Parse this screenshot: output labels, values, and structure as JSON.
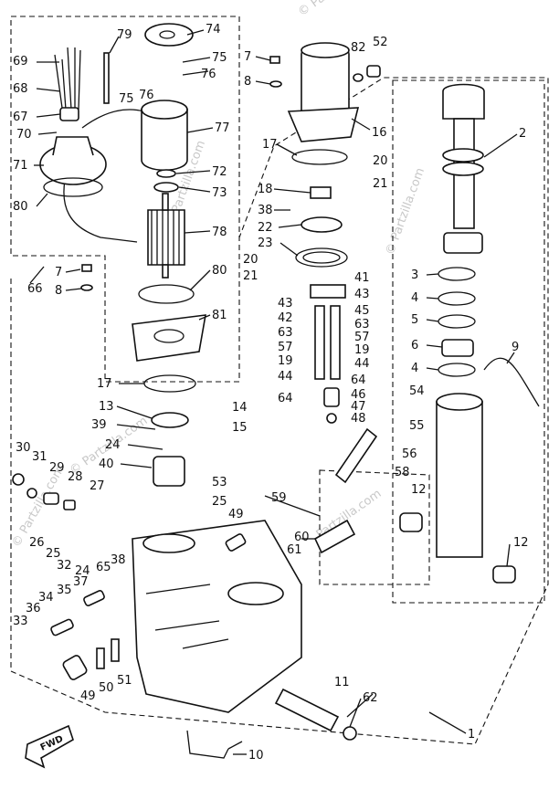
{
  "diagram": {
    "fwd_label": "FWD",
    "watermarks": [
      "© Partzilla.com",
      "© Partzilla.com",
      "© Partzilla.com",
      "© Partzilla.com",
      "Partzilla.com",
      "© Partzilla.com"
    ],
    "callouts": [
      "79",
      "74",
      "69",
      "75",
      "75",
      "76",
      "68",
      "76",
      "67",
      "77",
      "70",
      "72",
      "71",
      "73",
      "80",
      "78",
      "80",
      "66",
      "7",
      "8",
      "81",
      "7",
      "82",
      "52",
      "8",
      "16",
      "17",
      "2",
      "20",
      "18",
      "21",
      "38",
      "22",
      "23",
      "20",
      "21",
      "41",
      "43",
      "43",
      "42",
      "45",
      "63",
      "63",
      "57",
      "57",
      "19",
      "19",
      "44",
      "44",
      "64",
      "64",
      "46",
      "47",
      "48",
      "54",
      "55",
      "56",
      "58",
      "59",
      "60",
      "61",
      "12",
      "12",
      "9",
      "3",
      "4",
      "5",
      "6",
      "4",
      "17",
      "13",
      "14",
      "15",
      "39",
      "24",
      "40",
      "53",
      "25",
      "30",
      "31",
      "29",
      "28",
      "27",
      "49",
      "26",
      "25",
      "32",
      "24",
      "38",
      "65",
      "37",
      "35",
      "34",
      "36",
      "33",
      "50",
      "51",
      "49",
      "11",
      "62",
      "10",
      "1"
    ]
  }
}
